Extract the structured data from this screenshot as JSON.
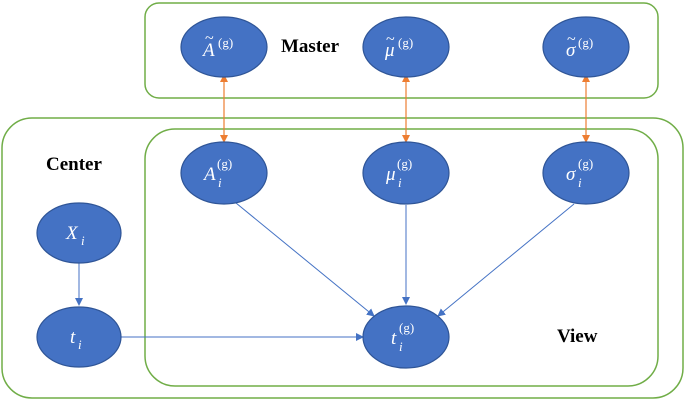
{
  "groups": {
    "master": "Master",
    "center": "Center",
    "view": "View"
  },
  "nodes": {
    "a_tilde": {
      "base": "A",
      "tilde": "~",
      "sup": "(g)",
      "sub": ""
    },
    "mu_tilde": {
      "base": "μ",
      "tilde": "~",
      "sup": "(g)",
      "sub": ""
    },
    "sigma_tilde": {
      "base": "σ",
      "tilde": "~",
      "sup": "(g)",
      "sub": ""
    },
    "a_i": {
      "base": "A",
      "tilde": "",
      "sup": "(g)",
      "sub": "i"
    },
    "mu_i": {
      "base": "μ",
      "tilde": "",
      "sup": "(g)",
      "sub": "i"
    },
    "sigma_i": {
      "base": "σ",
      "tilde": "",
      "sup": "(g)",
      "sub": "i"
    },
    "x_i": {
      "base": "X",
      "tilde": "",
      "sup": "",
      "sub": "i"
    },
    "t_i": {
      "base": "t",
      "tilde": "",
      "sup": "",
      "sub": "i"
    },
    "t_i_g": {
      "base": "t",
      "tilde": "",
      "sup": "(g)",
      "sub": "i"
    }
  },
  "colors": {
    "node_fill": "#4472c4",
    "group_border": "#70ad47",
    "directed_edge": "#4472c4",
    "bidirectional_edge": "#ed7d31"
  }
}
